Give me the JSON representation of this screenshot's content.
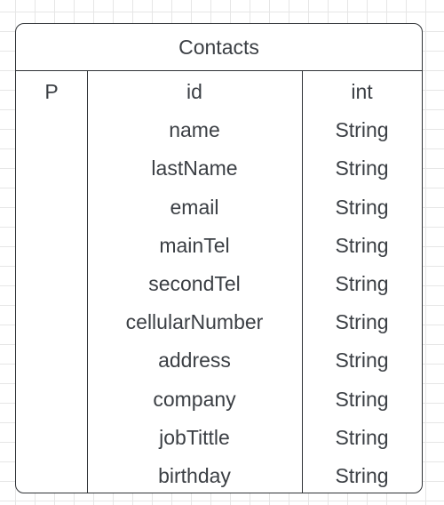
{
  "entity": {
    "title": "Contacts",
    "fields": [
      {
        "key": "P",
        "name": "id",
        "type": "int"
      },
      {
        "key": "",
        "name": "name",
        "type": "String"
      },
      {
        "key": "",
        "name": "lastName",
        "type": "String"
      },
      {
        "key": "",
        "name": "email",
        "type": "String"
      },
      {
        "key": "",
        "name": "mainTel",
        "type": "String"
      },
      {
        "key": "",
        "name": "secondTel",
        "type": "String"
      },
      {
        "key": "",
        "name": "cellularNumber",
        "type": "String"
      },
      {
        "key": "",
        "name": "address",
        "type": "String"
      },
      {
        "key": "",
        "name": "company",
        "type": "String"
      },
      {
        "key": "",
        "name": "jobTittle",
        "type": "String"
      },
      {
        "key": "",
        "name": "birthday",
        "type": "String"
      }
    ]
  }
}
